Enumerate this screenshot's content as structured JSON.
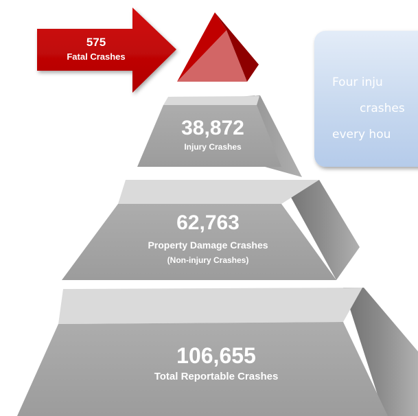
{
  "colors": {
    "arrow_red": "#c00000",
    "pyramid_face": "#a6a6a6",
    "pyramid_top": "#dadada",
    "pyramid_side": "#7f7f7f",
    "callout_bg": "#c9daf0",
    "callout_text": "#ffffff",
    "label_text": "#ffffff"
  },
  "arrow": {
    "value": "575",
    "label": "Fatal Crashes"
  },
  "tiers": [
    {
      "value": "38,872",
      "label": "Injury Crashes",
      "sublabel": ""
    },
    {
      "value": "62,763",
      "label": "Property Damage Crashes",
      "sublabel": "(Non-injury Crashes)"
    },
    {
      "value": "106,655",
      "label": "Total Reportable Crashes",
      "sublabel": ""
    }
  ],
  "callout": {
    "lines": [
      "Four inju",
      "crashes",
      "every hou"
    ]
  }
}
